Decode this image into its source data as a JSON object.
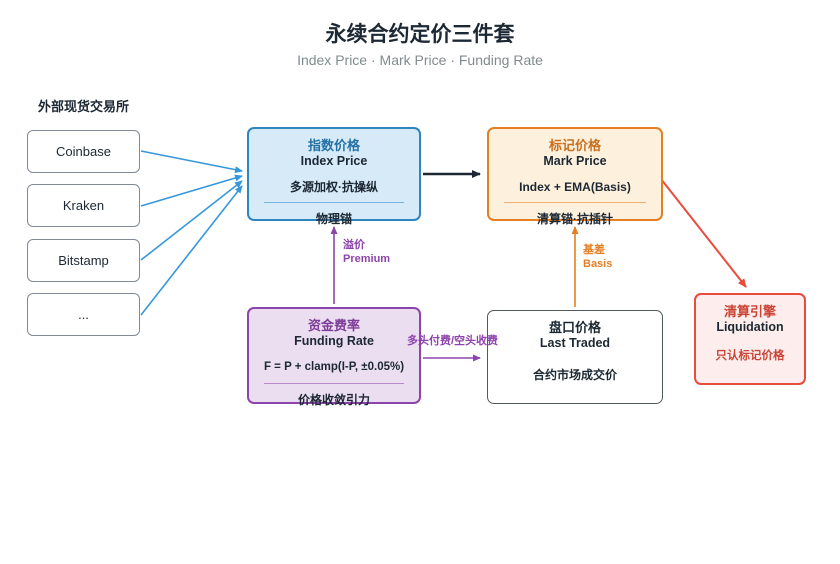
{
  "header": {
    "title": "永续合约定价三件套",
    "subtitle": "Index Price · Mark Price · Funding Rate"
  },
  "exchanges": {
    "label": "外部现货交易所",
    "items": [
      "Coinbase",
      "Kraken",
      "Bitstamp",
      "..."
    ]
  },
  "index_price": {
    "title_zh": "指数价格",
    "title_en": "Index Price",
    "desc": "多源加权·抗操纵",
    "footer": "物理锚",
    "accent": "#2e86c1"
  },
  "mark_price": {
    "title_zh": "标记价格",
    "title_en": "Mark Price",
    "desc": "Index + EMA(Basis)",
    "footer": "清算锚·抗插针",
    "accent": "#e67e22"
  },
  "funding_rate": {
    "title_zh": "资金费率",
    "title_en": "Funding Rate",
    "formula": "F = P + clamp(I-P, ±0.05%)",
    "footer": "价格收敛引力",
    "accent": "#8e44ad"
  },
  "last_traded": {
    "title_zh": "盘口价格",
    "title_en": "Last Traded",
    "desc": "合约市场成交价",
    "accent": "#515a5a"
  },
  "liquidation": {
    "title_zh": "清算引擎",
    "title_en": "Liquidation",
    "desc": "只认标记价格",
    "accent": "#e74c3c"
  },
  "arrow_labels": {
    "premium_zh": "溢价",
    "premium_en": "Premium",
    "basis_zh": "基差",
    "basis_en": "Basis",
    "funding_flow": "多头付费/空头收费"
  }
}
